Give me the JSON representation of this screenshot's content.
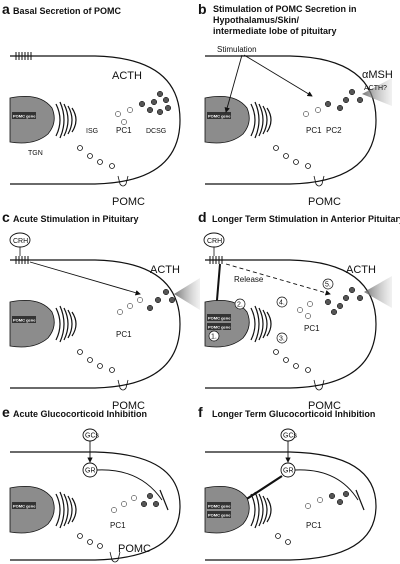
{
  "panels": {
    "a": {
      "letter": "a",
      "title": "Basal Secretion of POMC",
      "acth": "ACTH",
      "isg": "ISG",
      "pc1": "PC1",
      "dcsg": "DCSG",
      "tgn": "TGN",
      "pomc": "POMC",
      "gene": "POMC gene"
    },
    "b": {
      "letter": "b",
      "title_lines": [
        "Stimulation of POMC Secretion in",
        "Hypothalamus/Skin/",
        "intermediate lobe of pituitary"
      ],
      "stimulation": "Stimulation",
      "amsh": "αMSH",
      "acth_q": "ACTH?",
      "pc1": "PC1",
      "pc2": "PC2",
      "pomc": "POMC",
      "gene": "POMC gene"
    },
    "c": {
      "letter": "c",
      "title": "Acute Stimulation in Pituitary",
      "crh": "CRH",
      "acth": "ACTH",
      "pc1": "PC1",
      "pomc": "POMC",
      "gene": "POMC gene"
    },
    "d": {
      "letter": "d",
      "title": "Longer Term Stimulation in Anterior Pituitary",
      "crh": "CRH",
      "release": "Release",
      "acth": "ACTH",
      "pc1": "PC1",
      "pomc": "POMC",
      "gene": "POMC gene",
      "steps": [
        "1.",
        "2.",
        "3.",
        "4.",
        "5."
      ]
    },
    "e": {
      "letter": "e",
      "title": "Acute Glucocorticoid Inhibition",
      "gcs": "GCs",
      "gr": "GR",
      "pc1": "PC1",
      "pomc": "POMC",
      "gene": "POMC gene"
    },
    "f": {
      "letter": "f",
      "title": "Longer Term Glucocorticoid Inhibition",
      "gcs": "GCs",
      "gr": "GR",
      "pc1": "PC1",
      "gene": "POMC gene"
    }
  },
  "colors": {
    "ink": "#111111",
    "nucleus": "#8c8c8c",
    "granule": "#555555",
    "burst": "#9a9a9a"
  }
}
